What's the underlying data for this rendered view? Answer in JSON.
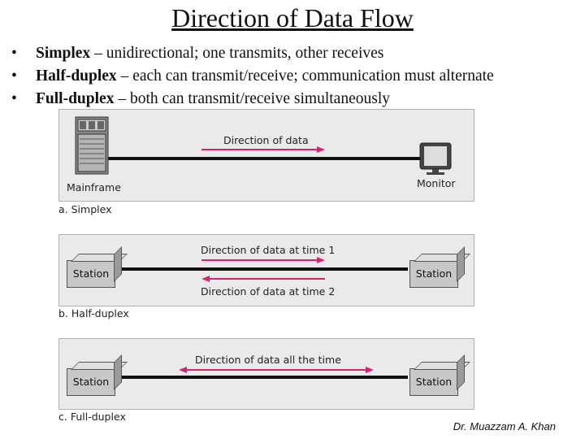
{
  "title": "Direction of Data Flow",
  "bullets": [
    {
      "term": "Simplex",
      "desc": "– unidirectional; one transmits, other receives"
    },
    {
      "term": "Half-duplex",
      "desc": "– each can transmit/receive; communication must alternate"
    },
    {
      "term": "Full-duplex",
      "desc": "– both can transmit/receive simultaneously"
    }
  ],
  "simplex": {
    "caption": "a. Simplex",
    "arrow_label": "Direction of data",
    "left_device": "Mainframe",
    "right_device": "Monitor"
  },
  "half_duplex": {
    "caption": "b. Half-duplex",
    "arrow_label_1": "Direction of data at time 1",
    "arrow_label_2": "Direction of data at time 2",
    "left_station": "Station",
    "right_station": "Station"
  },
  "full_duplex": {
    "caption": "c. Full-duplex",
    "arrow_label": "Direction of data all the time",
    "left_station": "Station",
    "right_station": "Station"
  },
  "author": "Dr. Muazzam A. Khan",
  "colors": {
    "arrow": "#d6246e",
    "line": "#111111",
    "panel": "#eaeaea"
  }
}
